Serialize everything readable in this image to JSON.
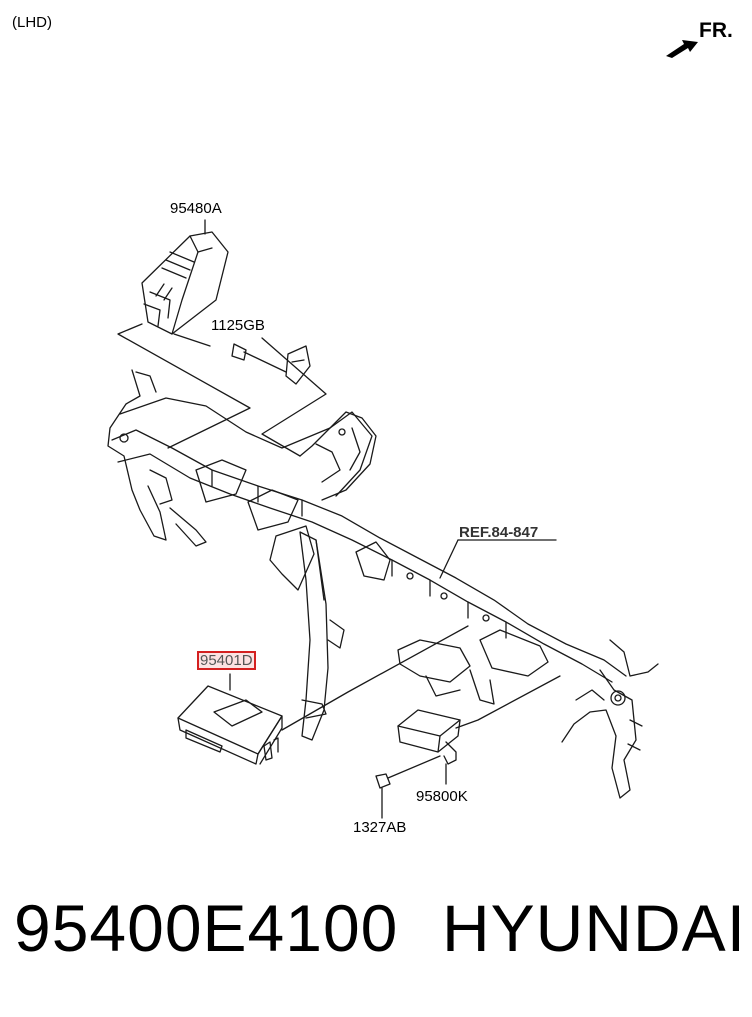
{
  "header": {
    "variant": "(LHD)",
    "direction": "FR."
  },
  "labels": {
    "bracket_module": "95480A",
    "bolt": "1125GB",
    "reference": "REF.84-847",
    "highlighted_module": "95401D",
    "sensor_module": "95800K",
    "nut": "1327AB"
  },
  "footer": {
    "part_number": "95400E4100",
    "brand": "HYUNDAI"
  },
  "colors": {
    "line": "#1a1a1a",
    "highlight_border": "#d42020",
    "highlight_fill": "#fbe3e3"
  },
  "icons": {
    "direction_arrow": "arrow-front-icon"
  }
}
